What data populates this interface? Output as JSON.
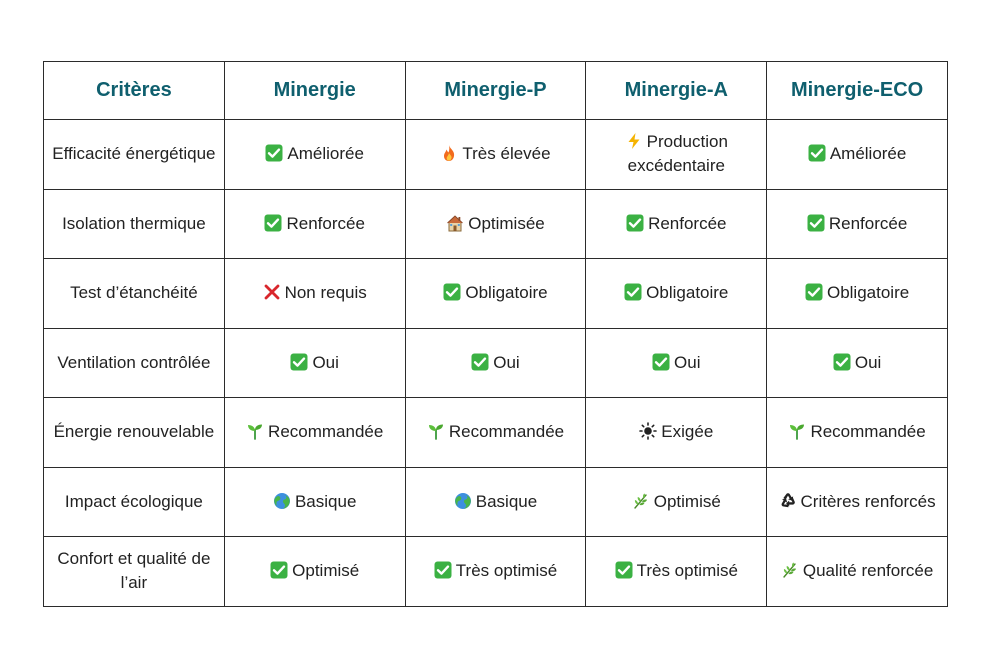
{
  "columns": [
    "Critères",
    "Minergie",
    "Minergie-P",
    "Minergie-A",
    "Minergie-ECO"
  ],
  "rows": [
    {
      "label": "Efficacité énergétique",
      "cells": [
        {
          "icon": "check-icon",
          "text": "Améliorée"
        },
        {
          "icon": "fire-icon",
          "text": "Très élevée"
        },
        {
          "icon": "lightning-icon",
          "text": "Production excédentaire"
        },
        {
          "icon": "check-icon",
          "text": "Améliorée"
        }
      ]
    },
    {
      "label": "Isolation thermique",
      "cells": [
        {
          "icon": "check-icon",
          "text": "Renforcée"
        },
        {
          "icon": "house-icon",
          "text": "Optimisée"
        },
        {
          "icon": "check-icon",
          "text": "Renforcée"
        },
        {
          "icon": "check-icon",
          "text": "Renforcée"
        }
      ]
    },
    {
      "label": "Test d’étanchéité",
      "cells": [
        {
          "icon": "cross-icon",
          "text": "Non requis"
        },
        {
          "icon": "check-icon",
          "text": "Obligatoire"
        },
        {
          "icon": "check-icon",
          "text": "Obligatoire"
        },
        {
          "icon": "check-icon",
          "text": "Obligatoire"
        }
      ]
    },
    {
      "label": "Ventilation contrôlée",
      "cells": [
        {
          "icon": "check-icon",
          "text": "Oui"
        },
        {
          "icon": "check-icon",
          "text": "Oui"
        },
        {
          "icon": "check-icon",
          "text": "Oui"
        },
        {
          "icon": "check-icon",
          "text": "Oui"
        }
      ]
    },
    {
      "label": "Énergie renouvelable",
      "cells": [
        {
          "icon": "seedling-icon",
          "text": "Recommandée"
        },
        {
          "icon": "seedling-icon",
          "text": "Recommandée"
        },
        {
          "icon": "sun-icon",
          "text": "Exigée"
        },
        {
          "icon": "seedling-icon",
          "text": "Recommandée"
        }
      ]
    },
    {
      "label": "Impact écologique",
      "cells": [
        {
          "icon": "globe-icon",
          "text": "Basique"
        },
        {
          "icon": "globe-icon",
          "text": "Basique"
        },
        {
          "icon": "herb-icon",
          "text": "Optimisé"
        },
        {
          "icon": "recycle-icon",
          "text": "Critères renforcés"
        }
      ]
    },
    {
      "label": "Confort et qualité de l’air",
      "cells": [
        {
          "icon": "check-icon",
          "text": "Optimisé"
        },
        {
          "icon": "check-icon",
          "text": "Très optimisé"
        },
        {
          "icon": "check-icon",
          "text": "Très optimisé"
        },
        {
          "icon": "herb-icon",
          "text": "Qualité renforcée"
        }
      ]
    }
  ],
  "colors": {
    "header_text": "#0f5f6e",
    "body_text": "#222222",
    "border": "#2b2b2b",
    "check_green": "#3bb143",
    "cross_red": "#d9262c"
  }
}
